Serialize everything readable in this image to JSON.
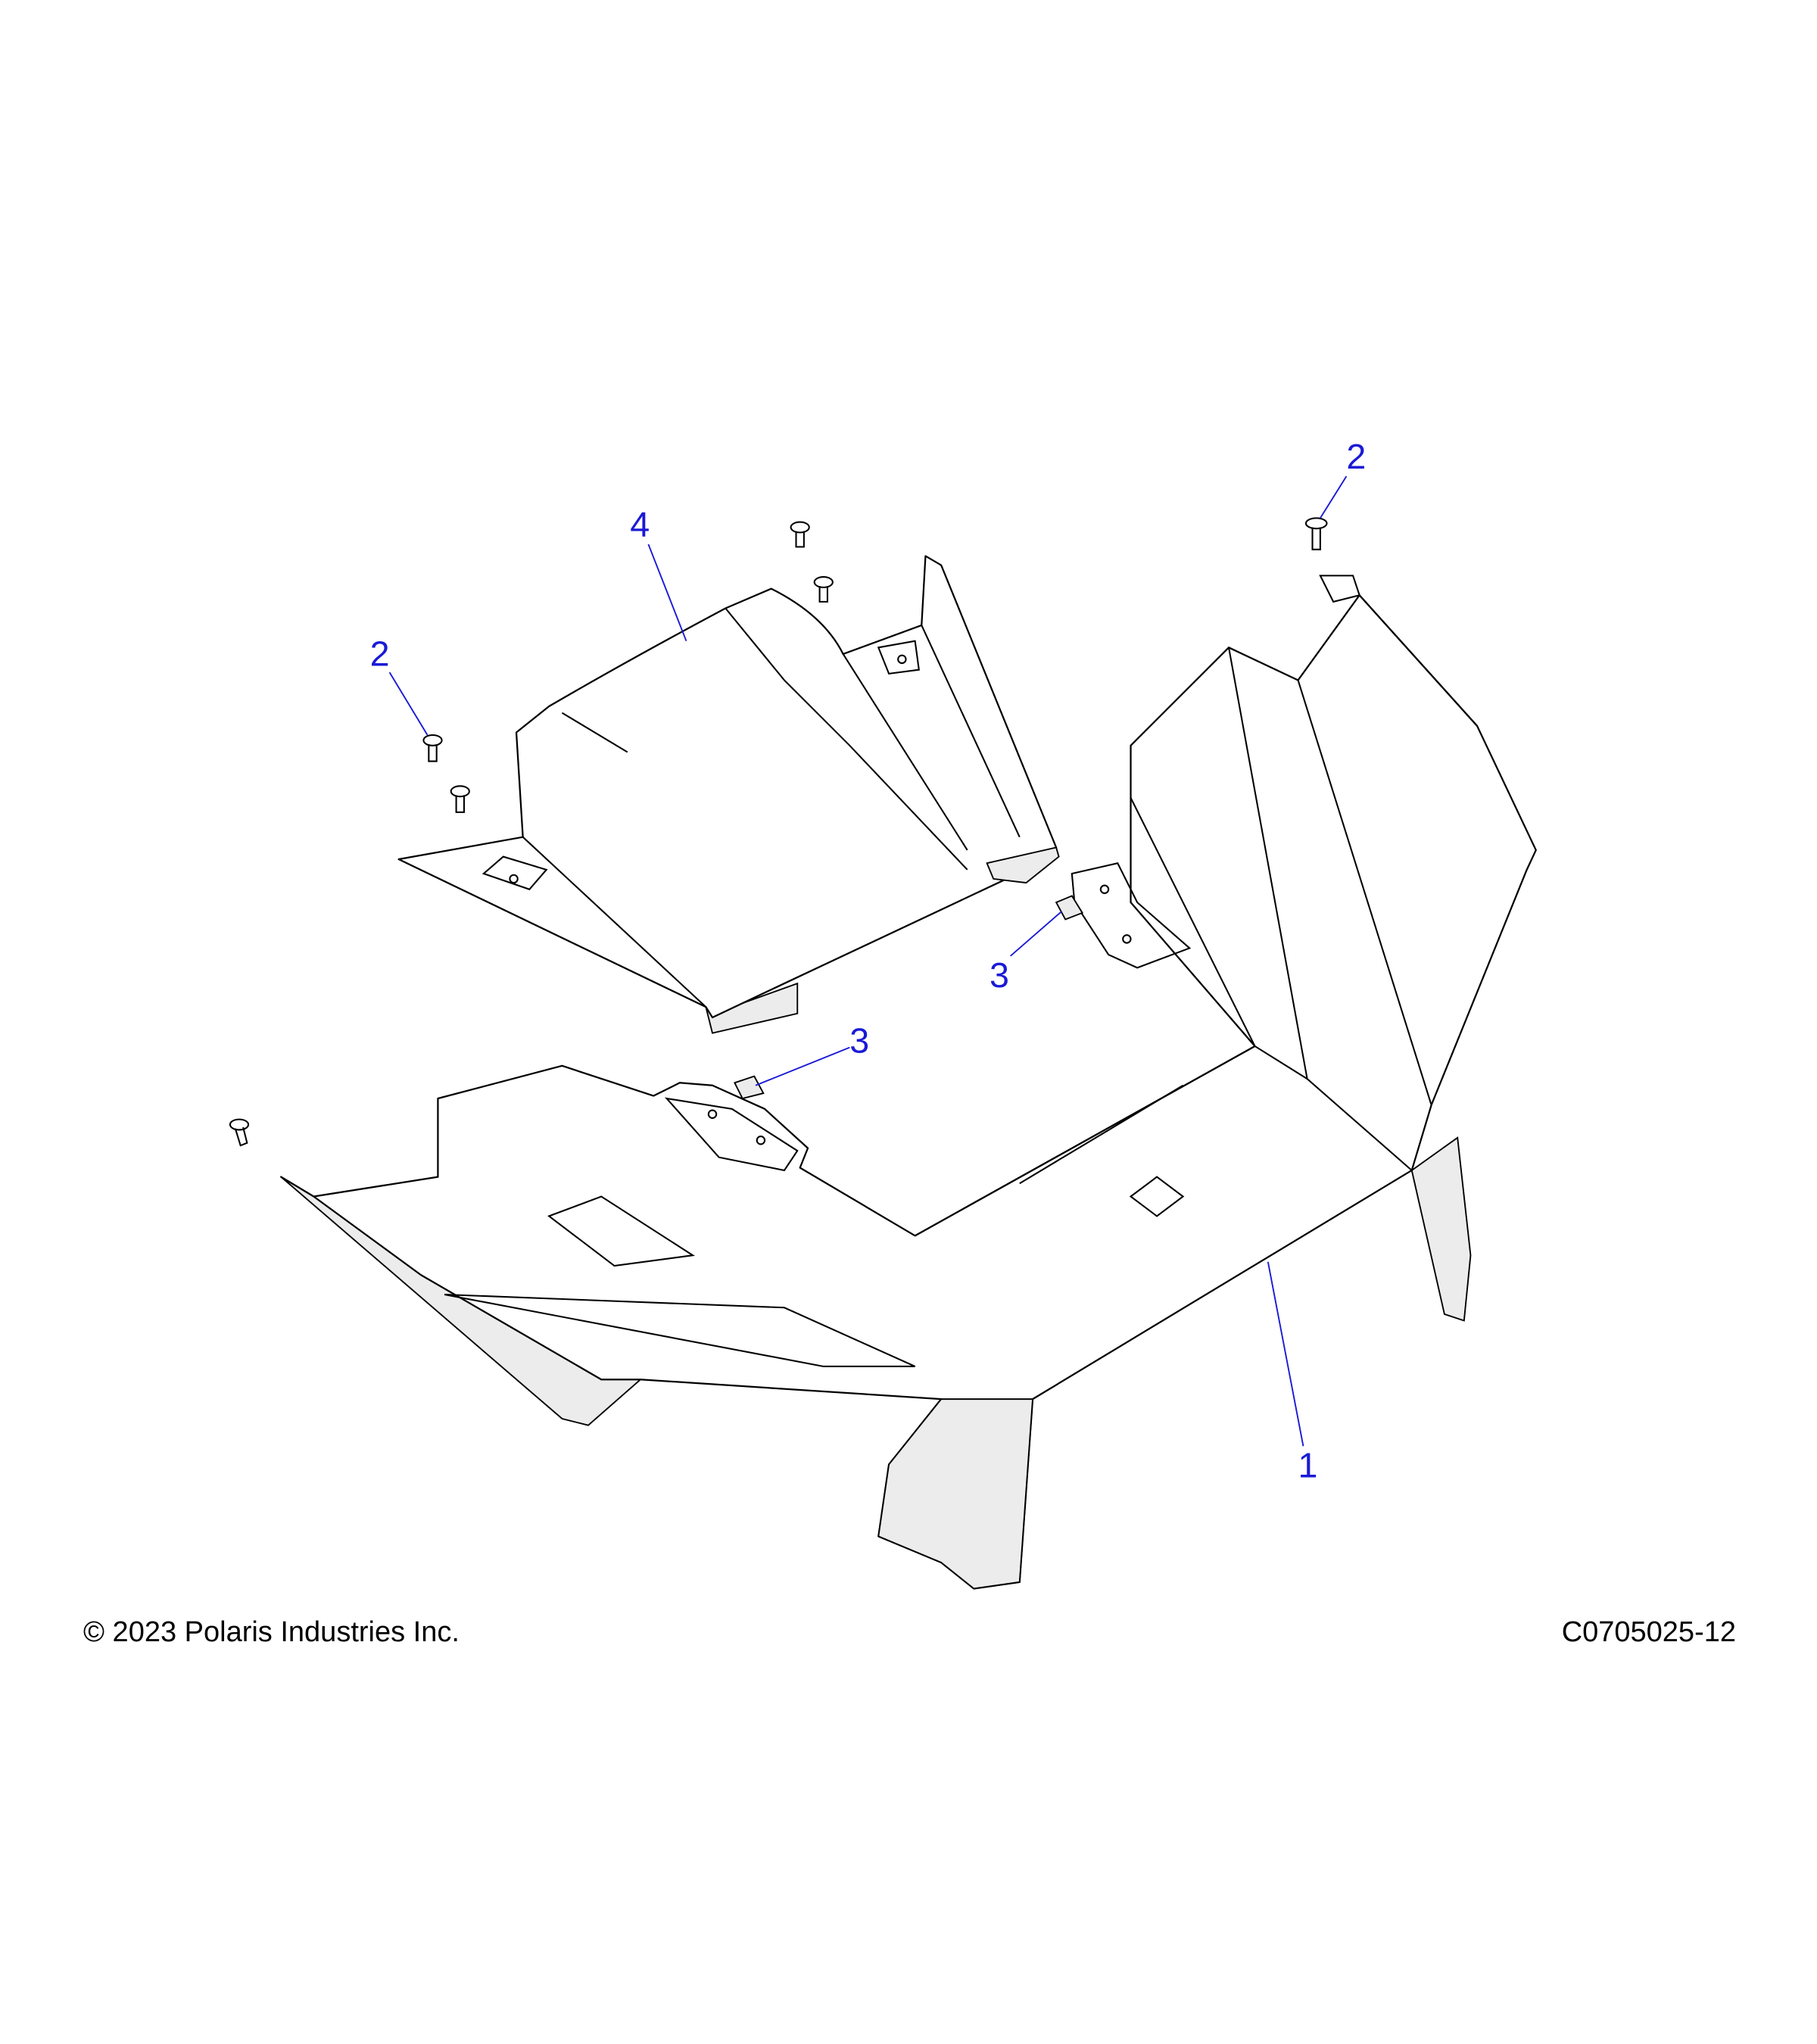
{
  "callouts": {
    "part_1": "1",
    "part_2_right": "2",
    "part_2_left": "2",
    "part_3_upper": "3",
    "part_3_lower": "3",
    "part_4": "4"
  },
  "footer": {
    "copyright": "© 2023 Polaris Industries Inc.",
    "diagram_code": "C0705025-12"
  },
  "colors": {
    "callout": "#1a1ad6",
    "line": "#000000"
  }
}
